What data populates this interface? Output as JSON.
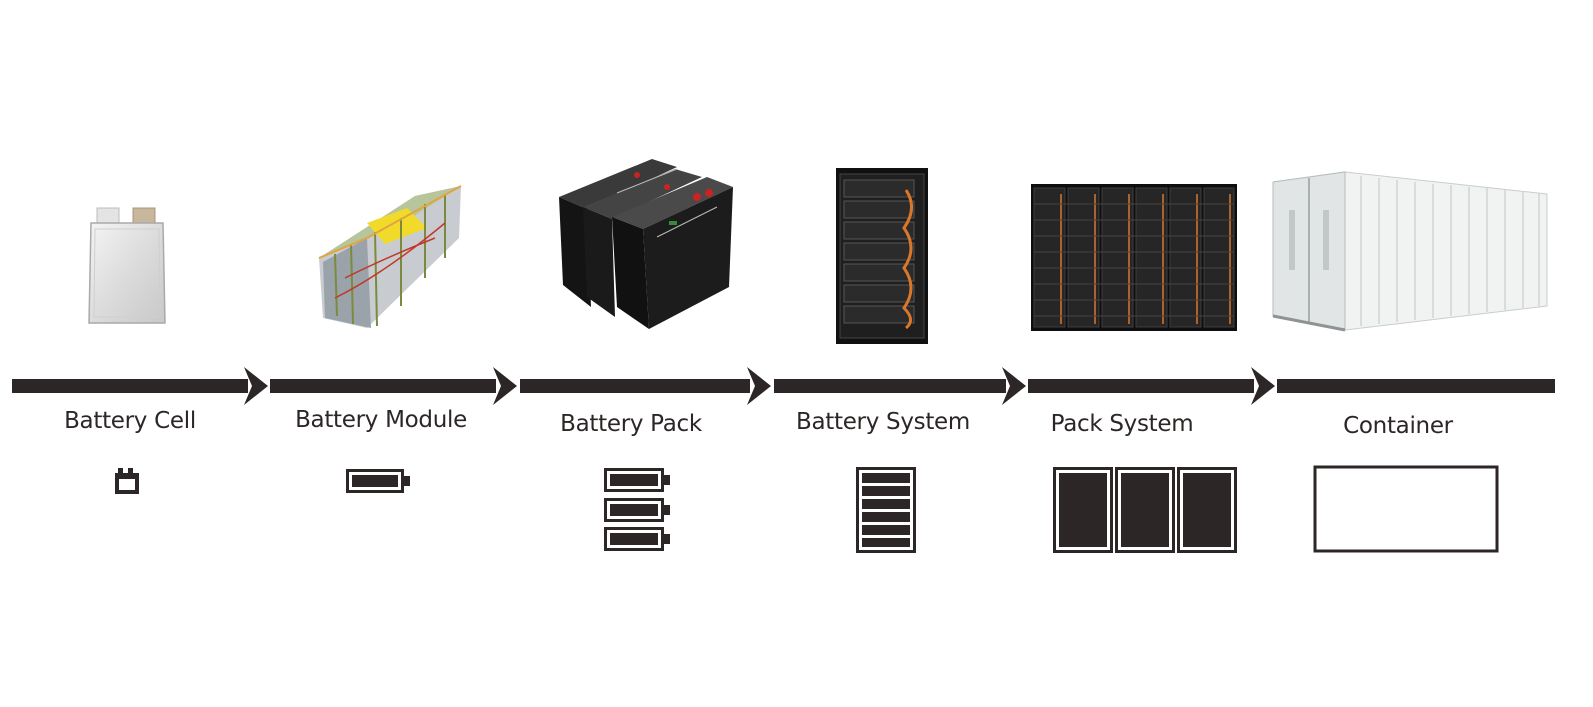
{
  "colors": {
    "arrow": "#2c2726",
    "icon": "#2c2726",
    "label": "#2c2726",
    "background": "#ffffff"
  },
  "stages": [
    {
      "key": "cell",
      "label": "Battery Cell",
      "icon": "battery-cell-icon"
    },
    {
      "key": "module",
      "label": "Battery Module",
      "icon": "battery-module-icon"
    },
    {
      "key": "pack",
      "label": "Battery Pack",
      "icon": "battery-pack-icon"
    },
    {
      "key": "system",
      "label": "Battery System",
      "icon": "battery-system-icon"
    },
    {
      "key": "pack_system",
      "label": "Pack System",
      "icon": "pack-system-icon"
    },
    {
      "key": "container",
      "label": "Container",
      "icon": "container-icon"
    }
  ]
}
